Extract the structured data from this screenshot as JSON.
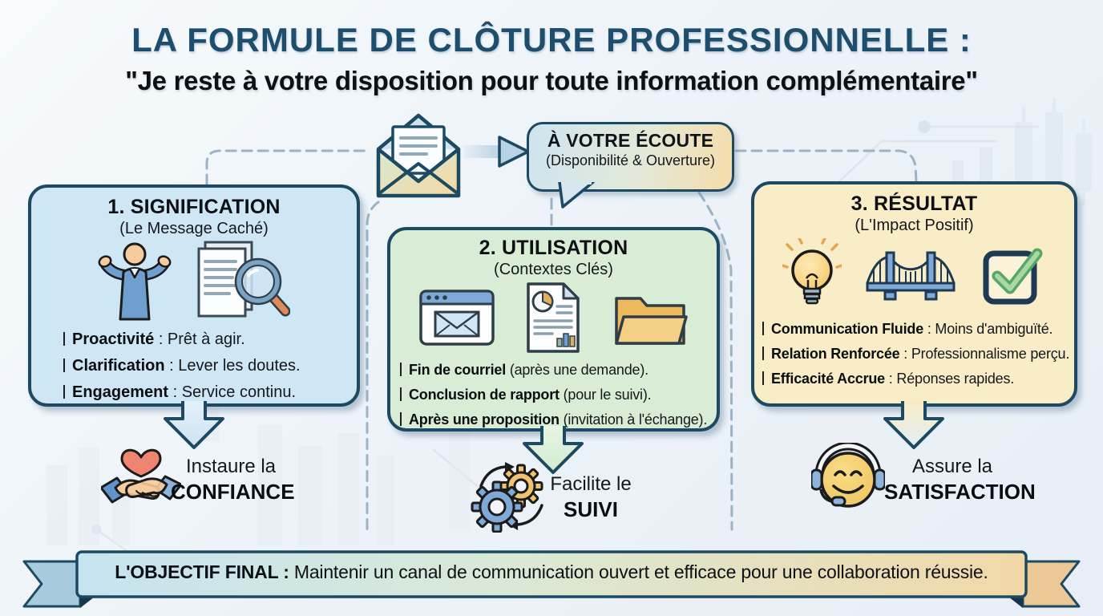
{
  "header": {
    "title": "LA FORMULE DE CLÔTURE PROFESSIONNELLE :",
    "subtitle": "\"Je reste à votre disposition pour toute information complémentaire\""
  },
  "bubble": {
    "title": "À VOTRE ÉCOUTE",
    "subtitle": "(Disponibilité & Ouverture)"
  },
  "boxes": [
    {
      "title": "1. SIGNIFICATION",
      "subtitle": "(Le Message Caché)",
      "icons": [
        "shrug-person-icon",
        "document-magnifier-icon"
      ],
      "items": [
        {
          "label": "Proactivité",
          "text": " : Prêt à agir."
        },
        {
          "label": "Clarification",
          "text": " : Lever les doutes."
        },
        {
          "label": "Engagement",
          "text": " : Service continu."
        }
      ]
    },
    {
      "title": "2. UTILISATION",
      "subtitle": "(Contextes Clés)",
      "icons": [
        "email-window-icon",
        "report-document-icon",
        "folder-icon"
      ],
      "items": [
        {
          "label": "Fin de courriel",
          "text": " (après une demande)."
        },
        {
          "label": "Conclusion de rapport",
          "text": " (pour le suivi)."
        },
        {
          "label": "Après une proposition",
          "text": " (invitation à l'échange)."
        }
      ]
    },
    {
      "title": "3. RÉSULTAT",
      "subtitle": "(L'Impact Positif)",
      "icons": [
        "lightbulb-icon",
        "bridge-icon",
        "checkbox-icon"
      ],
      "items": [
        {
          "label": "Communication Fluide",
          "text": " : Moins d'ambiguïté."
        },
        {
          "label": "Relation Renforcée",
          "text": " : Professionnalisme perçu."
        },
        {
          "label": "Efficacité Accrue",
          "text": " : Réponses rapides."
        }
      ]
    }
  ],
  "outcomes": [
    {
      "icon": "handshake-heart-icon",
      "line1": "Instaure la",
      "line2": "CONFIANCE"
    },
    {
      "icon": "gears-icon",
      "line1": "Facilite le",
      "line2": "SUIVI"
    },
    {
      "icon": "headset-smiley-icon",
      "line1": "Assure la",
      "line2": "SATISFACTION"
    }
  ],
  "footer": {
    "label": "L'OBJECTIF FINAL :",
    "text": " Maintenir un canal de communication ouvert et efficace pour une collaboration réussie."
  },
  "colors": {
    "title_blue": "#1e4e6e",
    "outline_navy": "#1d4a63",
    "box1_fill": "#cfe6f4",
    "box2_fill": "#d9edd6",
    "box3_fill": "#f8edc6",
    "bubble_gradient_start": "#cfe4f0",
    "bubble_gradient_end": "#f6dcab",
    "ribbon_gradient": [
      "#c6e3f0",
      "#d9e9d6",
      "#f2d8a8"
    ],
    "dashed_line": "#9ab3c6",
    "text_dark": "#101418"
  }
}
